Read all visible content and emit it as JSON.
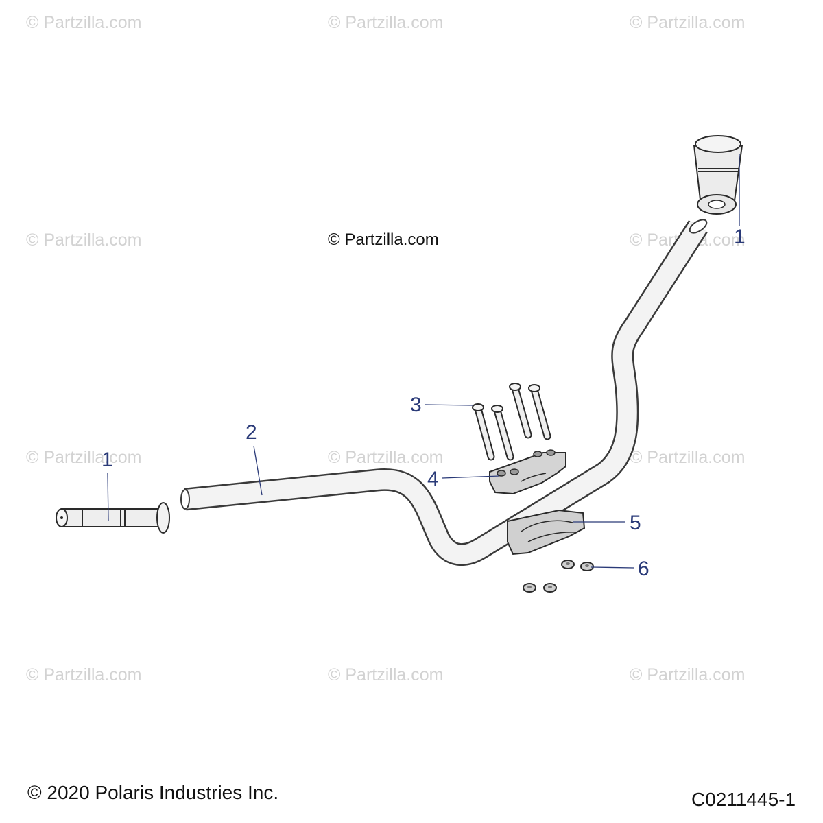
{
  "watermark_text": "© Partzilla.com",
  "center_watermark": "© Partzilla.com",
  "copyright": "© 2020 Polaris Industries Inc.",
  "diagram_id": "C0211445-1",
  "callouts": {
    "grip_right": "1",
    "grip_left": "1",
    "handlebar": "2",
    "bolt": "3",
    "upper_clamp": "4",
    "lower_clamp": "5",
    "nut": "6"
  }
}
